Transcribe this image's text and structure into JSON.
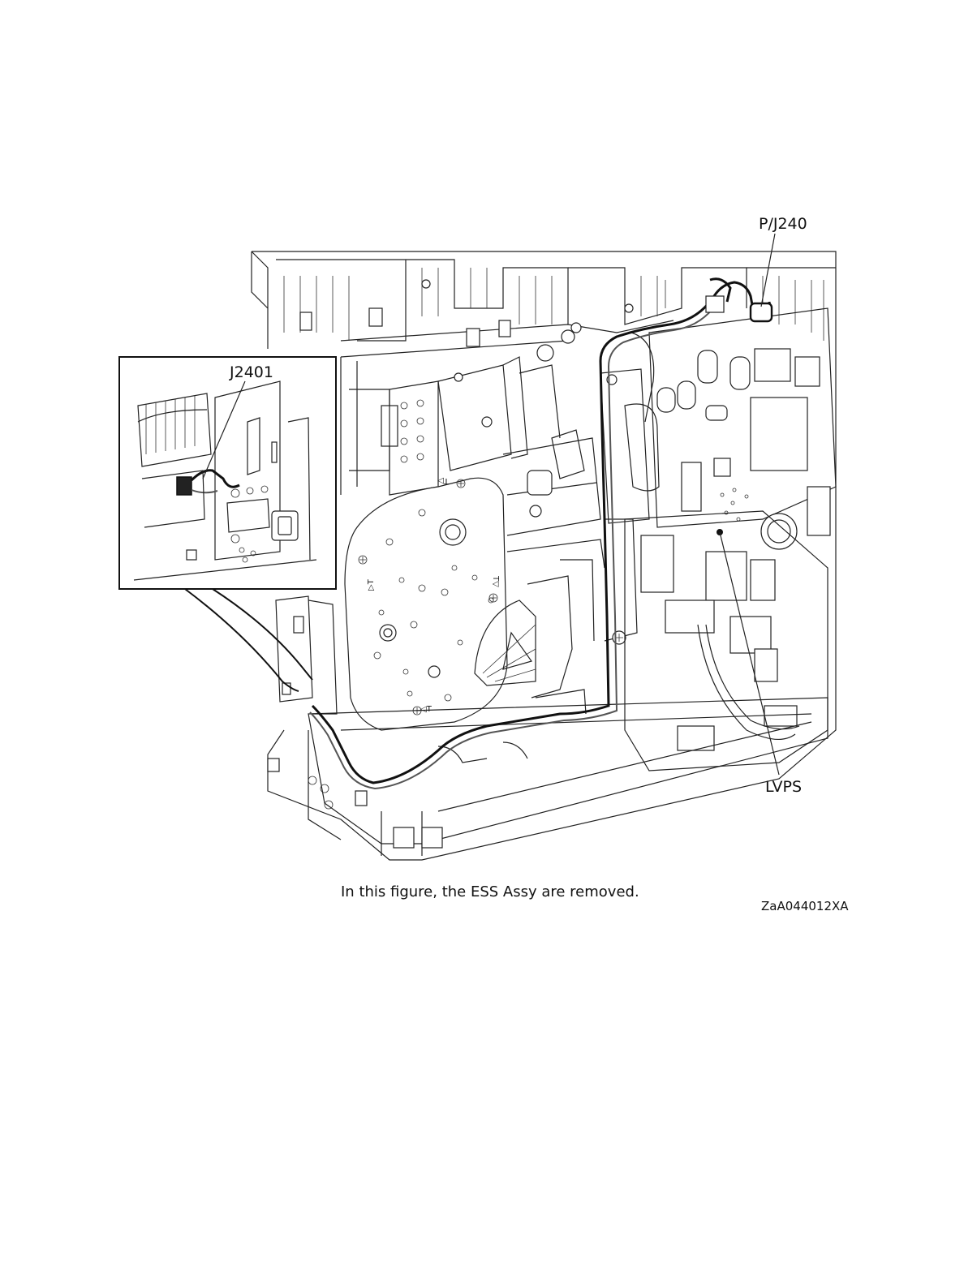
{
  "labels": {
    "p_j240": "P/J240",
    "j2401": "J2401",
    "lvps": "LVPS"
  },
  "caption": "In this figure, the ESS Assy are removed.",
  "figure_id": "ZaA044012XA",
  "drive_marks": [
    "T▷",
    "◁T",
    "▷T",
    "T▽"
  ]
}
